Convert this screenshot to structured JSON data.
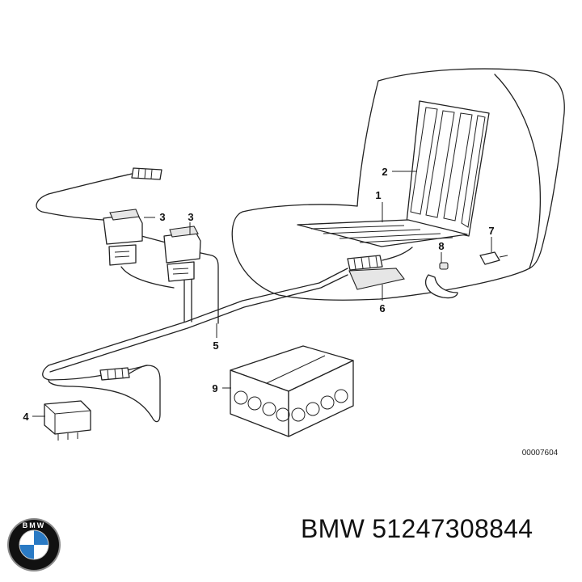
{
  "diagram": {
    "callouts": {
      "c1": "1",
      "c2": "2",
      "c3a": "3",
      "c3b": "3",
      "c4": "4",
      "c5": "5",
      "c6": "6",
      "c7": "7",
      "c8": "8",
      "c9": "9"
    },
    "drawing_ref": "00007604"
  },
  "logo": {
    "text": "BMW",
    "colors": {
      "blue": "#2a7ac4",
      "white": "#ffffff",
      "ring": "#111111",
      "chrome": "#8a8a8a"
    }
  },
  "caption": "BMW 51247308844"
}
